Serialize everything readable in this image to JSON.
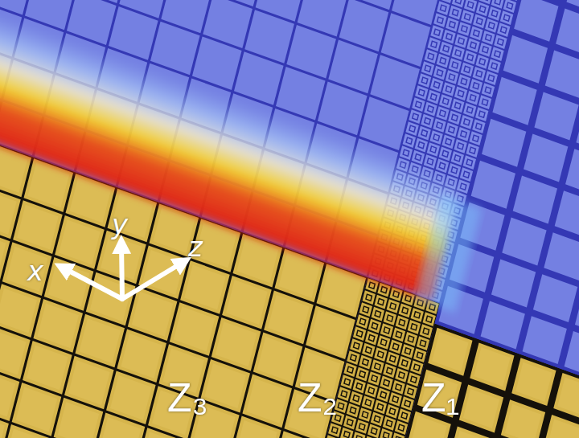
{
  "diagram": {
    "labels": [
      "x",
      "y",
      "z",
      "Z₃",
      "Z₂",
      "Z₁"
    ]
  }
}
